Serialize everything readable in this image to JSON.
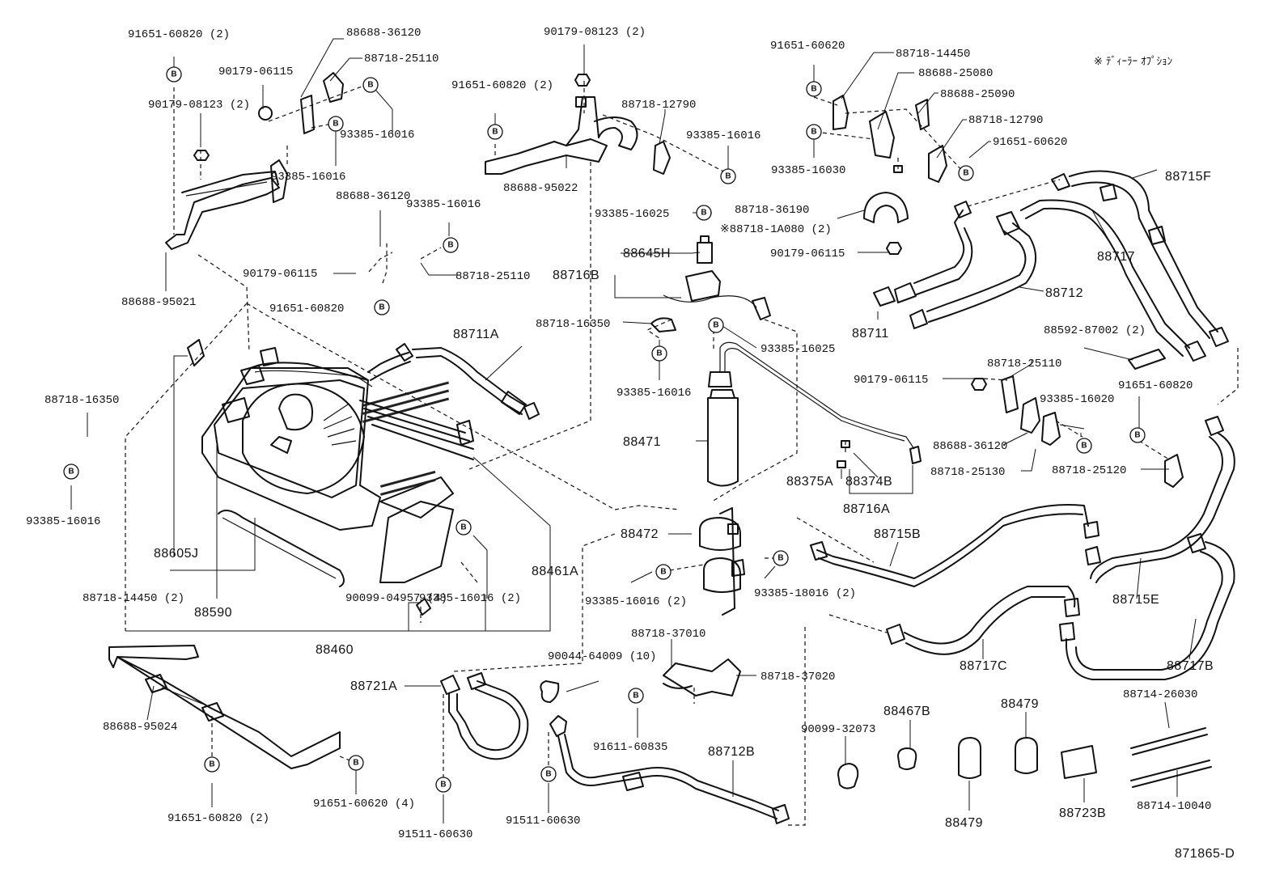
{
  "callout_symbol": "B",
  "dealer_option_note": "※ ﾃﾞｨｰﾗｰ ｵﾌﾟｼｮﾝ",
  "diagram_number": "871865-D",
  "labels": [
    {
      "id": "l1",
      "text": "91651-60820 (2)"
    },
    {
      "id": "l2",
      "text": "88688-36120"
    },
    {
      "id": "l3",
      "text": "88718-25110"
    },
    {
      "id": "l4",
      "text": "90179-06115"
    },
    {
      "id": "l5",
      "text": "90179-08123 (2)"
    },
    {
      "id": "l6",
      "text": "93385-16016"
    },
    {
      "id": "l7",
      "text": "93385-16016"
    },
    {
      "id": "l8",
      "text": "88688-95021"
    },
    {
      "id": "l9",
      "text": "90179-08123 (2)"
    },
    {
      "id": "l10",
      "text": "91651-60820 (2)"
    },
    {
      "id": "l11",
      "text": "88718-12790"
    },
    {
      "id": "l12",
      "text": "93385-16016"
    },
    {
      "id": "l13",
      "text": "88688-95022"
    },
    {
      "id": "l14",
      "text": "93385-16016"
    },
    {
      "id": "l15",
      "text": "88688-36120"
    },
    {
      "id": "l16",
      "text": "90179-06115"
    },
    {
      "id": "l17",
      "text": "88718-25110"
    },
    {
      "id": "l18",
      "text": "91651-60820"
    },
    {
      "id": "l19",
      "text": "91651-60620"
    },
    {
      "id": "l20",
      "text": "88718-14450"
    },
    {
      "id": "l21",
      "text": "88688-25080"
    },
    {
      "id": "l22",
      "text": "88688-25090"
    },
    {
      "id": "l23",
      "text": "88718-12790"
    },
    {
      "id": "l24",
      "text": "91651-60620"
    },
    {
      "id": "l25",
      "text": "93385-16030"
    },
    {
      "id": "l26",
      "text": "93385-16025"
    },
    {
      "id": "l27",
      "text": "88718-36190"
    },
    {
      "id": "l28",
      "text": "※88718-1A080 (2)"
    },
    {
      "id": "l29",
      "text": "90179-06115"
    },
    {
      "id": "l30",
      "text": "88718-16350"
    },
    {
      "id": "l31",
      "text": "93385-16016"
    },
    {
      "id": "l32",
      "text": "93385-16025"
    },
    {
      "id": "l33",
      "text": "88592-87002 (2)"
    },
    {
      "id": "l34",
      "text": "88718-25110"
    },
    {
      "id": "l35",
      "text": "90179-06115"
    },
    {
      "id": "l36",
      "text": "93385-16020"
    },
    {
      "id": "l37",
      "text": "91651-60820"
    },
    {
      "id": "l38",
      "text": "88688-36120"
    },
    {
      "id": "l39",
      "text": "88718-25130"
    },
    {
      "id": "l40",
      "text": "88718-25120"
    },
    {
      "id": "l41",
      "text": "88718-16350"
    },
    {
      "id": "l42",
      "text": "93385-16016"
    },
    {
      "id": "l43",
      "text": "88718-14450 (2)"
    },
    {
      "id": "l44",
      "text": "90099-04957 (4)"
    },
    {
      "id": "l45",
      "text": "93385-16016 (2)"
    },
    {
      "id": "l46",
      "text": "93385-16016 (2)"
    },
    {
      "id": "l47",
      "text": "93385-18016 (2)"
    },
    {
      "id": "l48",
      "text": "88718-37010"
    },
    {
      "id": "l49",
      "text": "90044-64009 (10)"
    },
    {
      "id": "l50",
      "text": "88718-37020"
    },
    {
      "id": "l51",
      "text": "91611-60835"
    },
    {
      "id": "l52",
      "text": "90099-32073"
    },
    {
      "id": "l53",
      "text": "88688-95024"
    },
    {
      "id": "l54",
      "text": "91651-60820 (2)"
    },
    {
      "id": "l55",
      "text": "91651-60620 (4)"
    },
    {
      "id": "l56",
      "text": "91511-60630"
    },
    {
      "id": "l57",
      "text": "91511-60630"
    },
    {
      "id": "l58",
      "text": "88714-26030"
    },
    {
      "id": "l59",
      "text": "88714-10040"
    }
  ],
  "big_labels": [
    {
      "id": "b1",
      "text": "88715F"
    },
    {
      "id": "b2",
      "text": "88717"
    },
    {
      "id": "b3",
      "text": "88712"
    },
    {
      "id": "b4",
      "text": "88711"
    },
    {
      "id": "b5",
      "text": "88645H"
    },
    {
      "id": "b6",
      "text": "88716B"
    },
    {
      "id": "b7",
      "text": "88711A"
    },
    {
      "id": "b8",
      "text": "88471"
    },
    {
      "id": "b9",
      "text": "88375A"
    },
    {
      "id": "b10",
      "text": "88374B"
    },
    {
      "id": "b11",
      "text": "88716A"
    },
    {
      "id": "b12",
      "text": "88605J"
    },
    {
      "id": "b13",
      "text": "88461A"
    },
    {
      "id": "b14",
      "text": "88590"
    },
    {
      "id": "b15",
      "text": "88460"
    },
    {
      "id": "b16",
      "text": "88472"
    },
    {
      "id": "b17",
      "text": "88715B"
    },
    {
      "id": "b18",
      "text": "88715E"
    },
    {
      "id": "b19",
      "text": "88717C"
    },
    {
      "id": "b20",
      "text": "88717B"
    },
    {
      "id": "b21",
      "text": "88721A"
    },
    {
      "id": "b22",
      "text": "88712B"
    },
    {
      "id": "b23",
      "text": "88467B"
    },
    {
      "id": "b24",
      "text": "88479"
    },
    {
      "id": "b25",
      "text": "88479"
    },
    {
      "id": "b26",
      "text": "88723B"
    }
  ]
}
